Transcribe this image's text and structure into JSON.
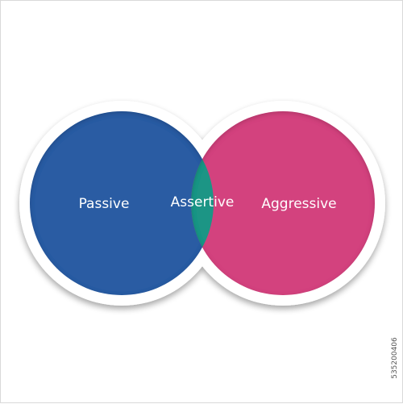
{
  "diagram": {
    "sets": [
      {
        "key": "left",
        "label": "Passive",
        "color": "#2a5ba3"
      },
      {
        "key": "right",
        "label": "Aggressive",
        "color": "#d3437e"
      }
    ],
    "intersection": {
      "label": "Assertive",
      "color": "#1f9585"
    },
    "outline_color": "#ffffff"
  },
  "stock_id": "535200406"
}
